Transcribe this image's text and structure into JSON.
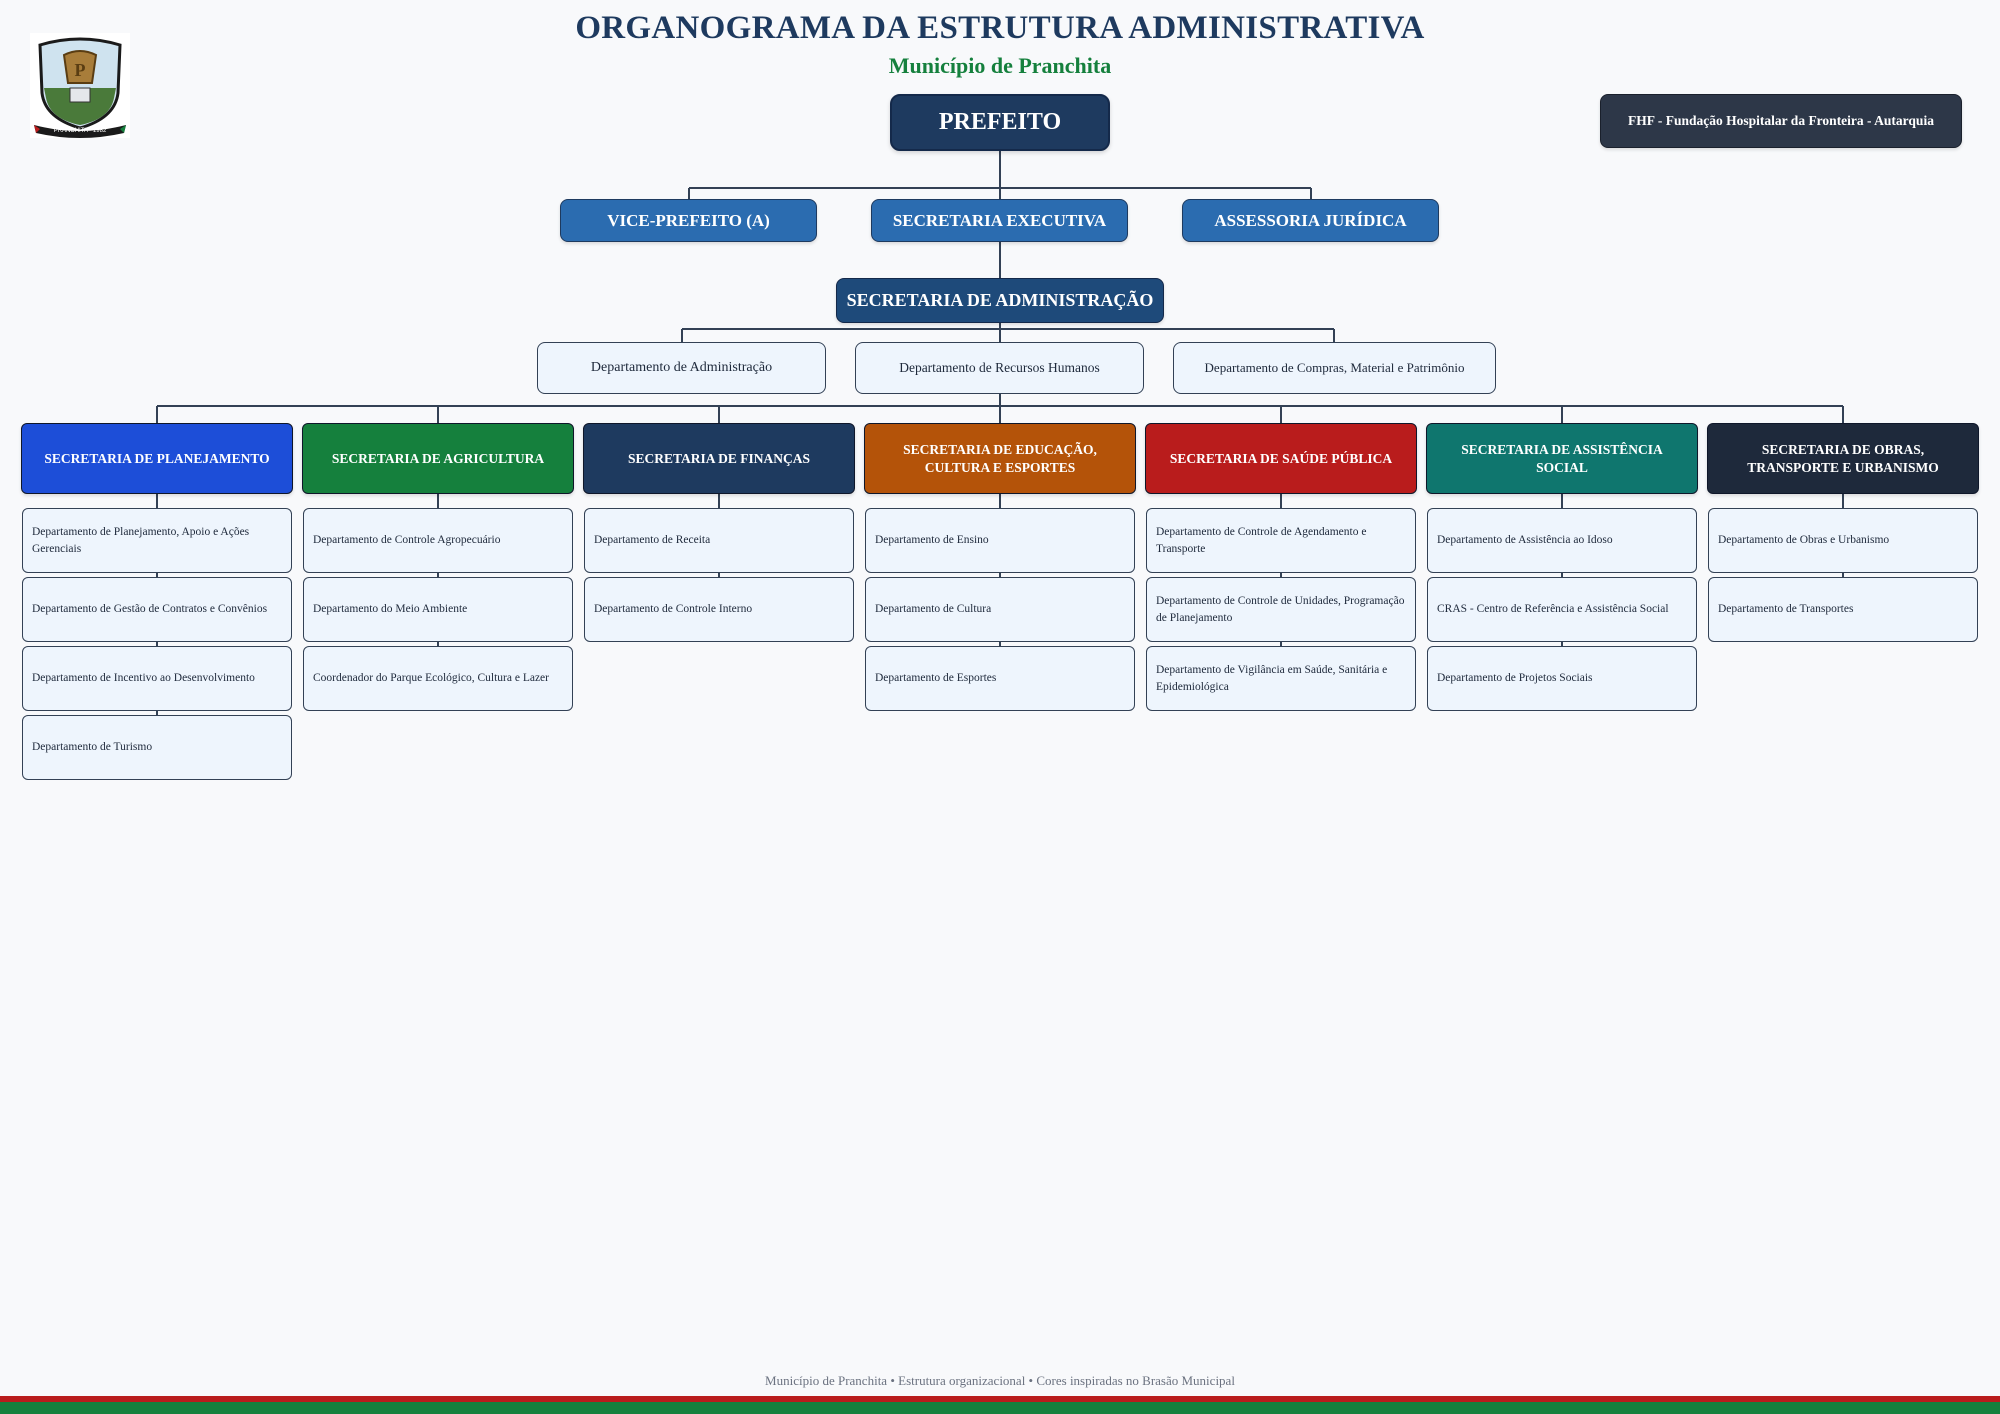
{
  "header": {
    "title": "ORGANOGRAMA DA ESTRUTURA ADMINISTRATIVA",
    "subtitle": "Município de Pranchita",
    "crest_text": "PRANCHITA - 1982"
  },
  "top": {
    "label": "PREFEITO"
  },
  "side_entity": {
    "label": "FHF - Fundação Hospitalar da Fronteira - Autarquia"
  },
  "tier2": [
    {
      "label": "VICE-PREFEITO (A)"
    },
    {
      "label": "SECRETARIA EXECUTIVA"
    },
    {
      "label": "ASSESSORIA JURÍDICA"
    }
  ],
  "admin": {
    "label": "SECRETARIA DE ADMINISTRAÇÃO",
    "departments": [
      {
        "label": "Departamento de Administração"
      },
      {
        "label": "Departamento de Recursos Humanos"
      },
      {
        "label": "Departamento de Compras, Material e Patrimônio"
      }
    ]
  },
  "secretariats": [
    {
      "label": "SECRETARIA DE PLANEJAMENTO",
      "color": "#1d4ed8",
      "departments": [
        {
          "label": "Departamento de Planejamento, Apoio e Ações Gerenciais"
        },
        {
          "label": "Departamento de Gestão de Contratos e Convênios"
        },
        {
          "label": "Departamento de Incentivo ao Desenvolvimento"
        },
        {
          "label": "Departamento de Turismo"
        }
      ]
    },
    {
      "label": "SECRETARIA DE AGRICULTURA",
      "color": "#15803d",
      "departments": [
        {
          "label": "Departamento de Controle Agropecuário"
        },
        {
          "label": "Departamento do Meio Ambiente"
        },
        {
          "label": "Coordenador do Parque Ecológico, Cultura e Lazer"
        }
      ]
    },
    {
      "label": "SECRETARIA DE FINANÇAS",
      "color": "#1e3a5f",
      "departments": [
        {
          "label": "Departamento de Receita"
        },
        {
          "label": "Departamento de Controle Interno"
        }
      ]
    },
    {
      "label": "SECRETARIA DE EDUCAÇÃO, CULTURA E ESPORTES",
      "color": "#b45309",
      "departments": [
        {
          "label": "Departamento de Ensino"
        },
        {
          "label": "Departamento de Cultura"
        },
        {
          "label": "Departamento de Esportes"
        }
      ]
    },
    {
      "label": "SECRETARIA DE SAÚDE PÚBLICA",
      "color": "#b91c1c",
      "departments": [
        {
          "label": "Departamento de Controle de Agendamento e Transporte"
        },
        {
          "label": "Departamento de Controle de Unidades, Programação de Planejamento"
        },
        {
          "label": "Departamento de Vigilância em Saúde, Sanitária e Epidemiológica"
        }
      ]
    },
    {
      "label": "SECRETARIA DE ASSISTÊNCIA SOCIAL",
      "color": "#0f766e",
      "departments": [
        {
          "label": "Departamento de Assistência ao Idoso"
        },
        {
          "label": "CRAS - Centro de Referência e Assistência Social"
        },
        {
          "label": "Departamento de Projetos Sociais"
        }
      ]
    },
    {
      "label": "SECRETARIA DE OBRAS, TRANSPORTE E URBANISMO",
      "color": "#1e293b",
      "departments": [
        {
          "label": "Departamento de Obras e Urbanismo"
        },
        {
          "label": "Departamento de Transportes"
        }
      ]
    }
  ],
  "footer": {
    "text": "Município de Pranchita • Estrutura organizacional • Cores inspiradas no Brasão Municipal"
  },
  "colors": {
    "line": "#334155",
    "background": "#f8f9fb",
    "brand_red": "#b91c1c",
    "brand_green": "#15803d"
  }
}
